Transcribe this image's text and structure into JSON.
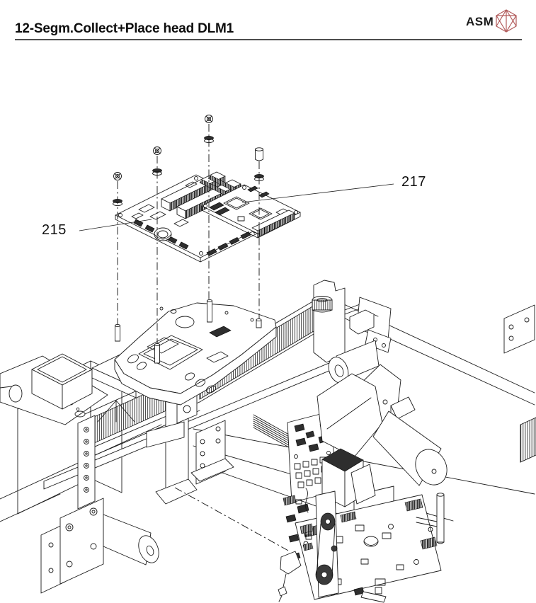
{
  "header": {
    "title": "12-Segm.Collect+Place head DLM1",
    "brand": "ASM"
  },
  "colors": {
    "line": "#1b1b1b",
    "brand_red": "#b25b5b",
    "rule": "#4d4d4d",
    "paper": "#ffffff"
  },
  "diagram": {
    "part_labels": [
      {
        "id": "215",
        "label": "215"
      },
      {
        "id": "217",
        "label": "217"
      }
    ]
  }
}
